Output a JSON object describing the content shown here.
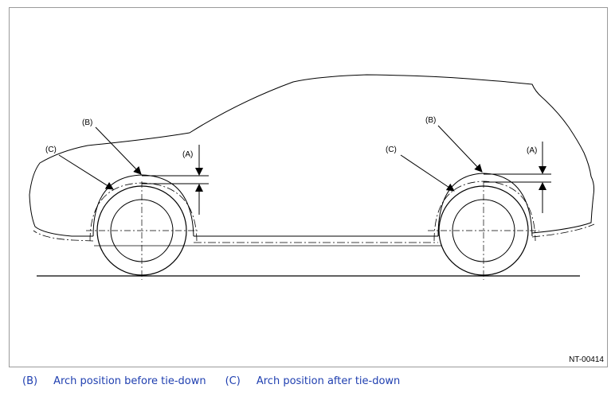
{
  "diagram": {
    "labels": {
      "a_front": "(A)",
      "b_front": "(B)",
      "c_front": "(C)",
      "a_rear": "(A)",
      "b_rear": "(B)",
      "c_rear": "(C)"
    },
    "figure_code": "NT-00414"
  },
  "legend": [
    {
      "code": "(B)",
      "text": "Arch position before tie-down"
    },
    {
      "code": "(C)",
      "text": "Arch position after tie-down"
    }
  ]
}
